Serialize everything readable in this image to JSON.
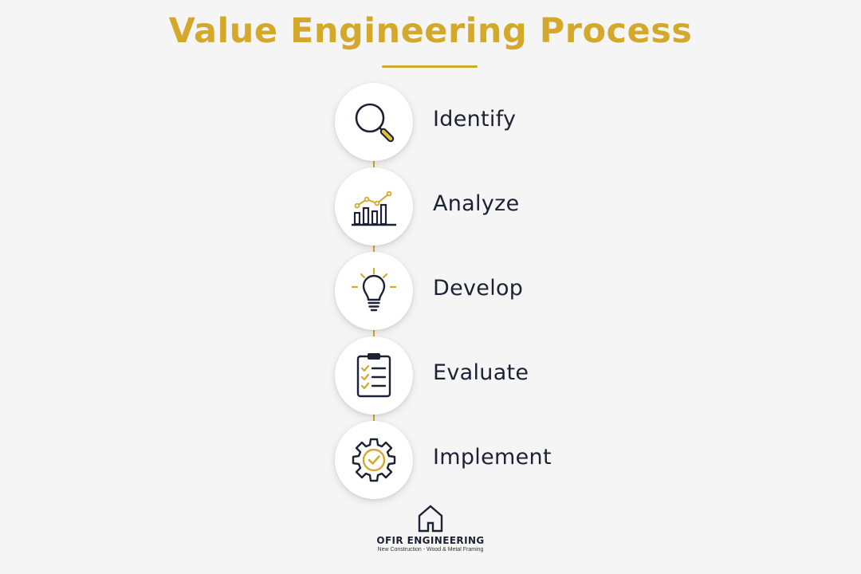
{
  "title": "Value Engineering Process",
  "colors": {
    "accent": "#d4a82a",
    "text": "#1c2233",
    "background": "#f5f5f5"
  },
  "steps": [
    {
      "label": "Identify",
      "icon": "magnifying-glass-icon"
    },
    {
      "label": "Analyze",
      "icon": "bar-chart-trend-icon"
    },
    {
      "label": "Develop",
      "icon": "lightbulb-icon"
    },
    {
      "label": "Evaluate",
      "icon": "clipboard-checklist-icon"
    },
    {
      "label": "Implement",
      "icon": "gear-check-icon"
    }
  ],
  "logo": {
    "name": "OFIR ENGINEERING",
    "tagline": "New Construction - Wood & Metal Framing",
    "icon": "house-icon"
  }
}
